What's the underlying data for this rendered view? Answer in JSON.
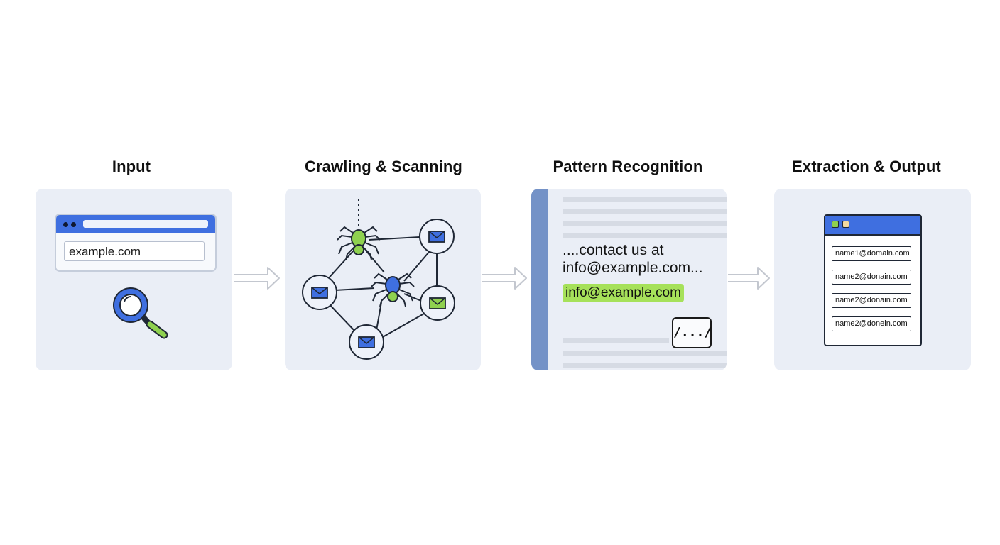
{
  "stages": [
    {
      "title": "Input"
    },
    {
      "title": "Crawling & Scanning"
    },
    {
      "title": "Pattern Recognition"
    },
    {
      "title": "Extraction & Output"
    }
  ],
  "input": {
    "url": "example.com"
  },
  "pattern": {
    "line1": "....contact us at",
    "line2": "info@example.com...",
    "match": "info@example.com",
    "regex": "/.../"
  },
  "output": {
    "emails": [
      "name1@domain.com",
      "name2@donain.com",
      "name2@donain.com",
      "name2@donein.com"
    ]
  },
  "colors": {
    "accent_blue": "#3f6fe0",
    "accent_green": "#a6e15a",
    "panel_bg": "#eaeef6"
  }
}
